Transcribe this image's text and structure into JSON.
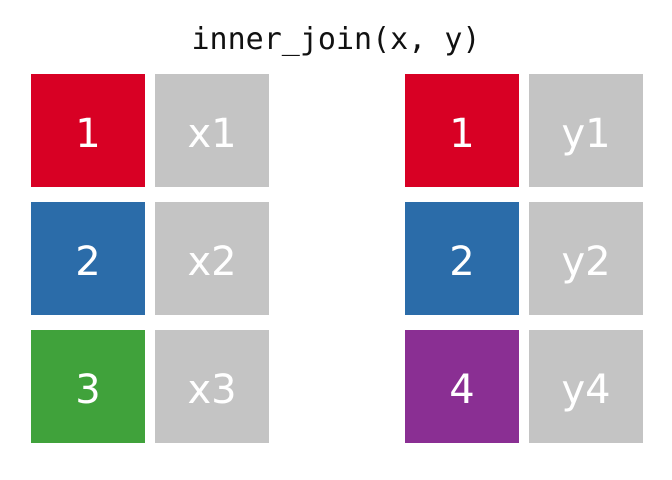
{
  "figure": {
    "title": "inner_join(x, y)",
    "background_color": "#ffffff",
    "text_color": "#ffffff",
    "title_color": "#111111",
    "value_cell_color": "#c4c4c4"
  },
  "palette": {
    "key_1": "#d80024",
    "key_2": "#2b6ca9",
    "key_3": "#40a23b",
    "key_4": "#8a2f93",
    "gray": "#c4c4c4"
  },
  "tables": [
    {
      "name": "x",
      "rows": [
        {
          "key": "1",
          "key_color": "#d80024",
          "value": "x1"
        },
        {
          "key": "2",
          "key_color": "#2b6ca9",
          "value": "x2"
        },
        {
          "key": "3",
          "key_color": "#40a23b",
          "value": "x3"
        }
      ]
    },
    {
      "name": "y",
      "rows": [
        {
          "key": "1",
          "key_color": "#d80024",
          "value": "y1"
        },
        {
          "key": "2",
          "key_color": "#2b6ca9",
          "value": "y2"
        },
        {
          "key": "4",
          "key_color": "#8a2f93",
          "value": "y4"
        }
      ]
    }
  ]
}
